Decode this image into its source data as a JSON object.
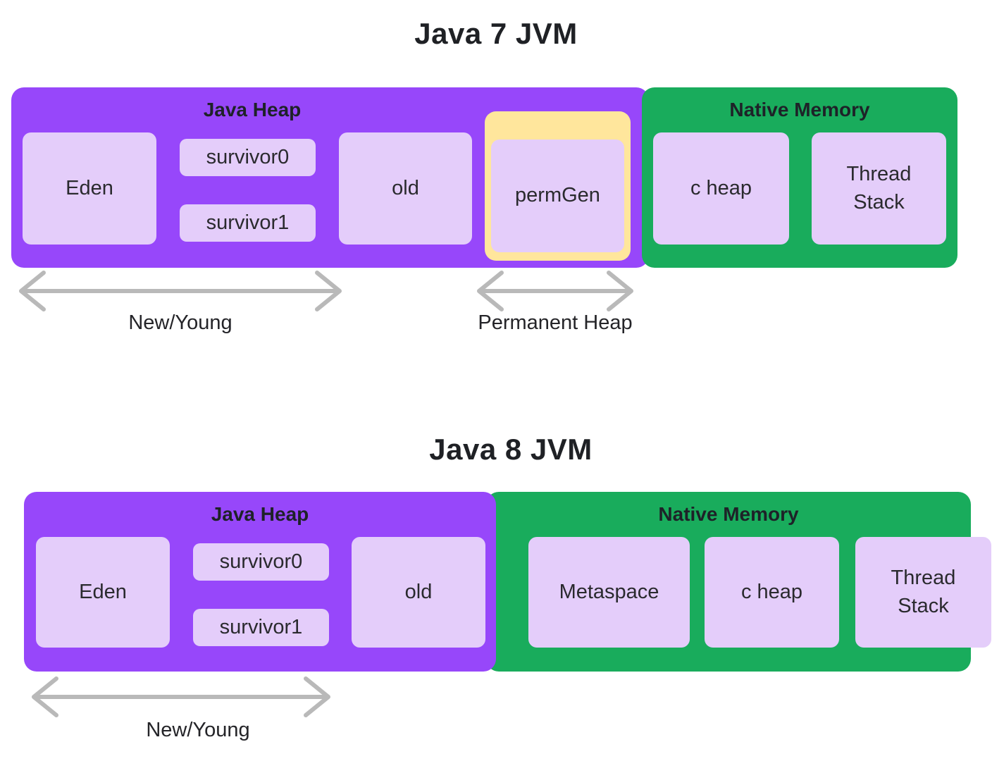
{
  "java7": {
    "title": "Java 7 JVM",
    "heap_label": "Java Heap",
    "native_label": "Native Memory",
    "boxes": {
      "eden": "Eden",
      "survivor0": "survivor0",
      "survivor1": "survivor1",
      "old": "old",
      "permgen": "permGen",
      "c_heap": "c heap",
      "thread_stack": "Thread Stack"
    },
    "annotations": {
      "new_young": "New/Young",
      "permanent_heap": "Permanent Heap"
    }
  },
  "java8": {
    "title": "Java 8 JVM",
    "heap_label": "Java Heap",
    "native_label": "Native Memory",
    "boxes": {
      "eden": "Eden",
      "survivor0": "survivor0",
      "survivor1": "survivor1",
      "old": "old",
      "metaspace": "Metaspace",
      "c_heap": "c heap",
      "thread_stack": "Thread Stack"
    },
    "annotations": {
      "new_young": "New/Young"
    }
  },
  "colors": {
    "heap_purple": "#9747fa",
    "cell_lavender": "#e4cdfa",
    "native_green": "#19ac5c",
    "permgen_yellow": "#ffe69c",
    "title_text": "#1f2125",
    "label_text": "#242426",
    "arrow_gray": "#b9b9b9",
    "background": "#ffffff"
  }
}
